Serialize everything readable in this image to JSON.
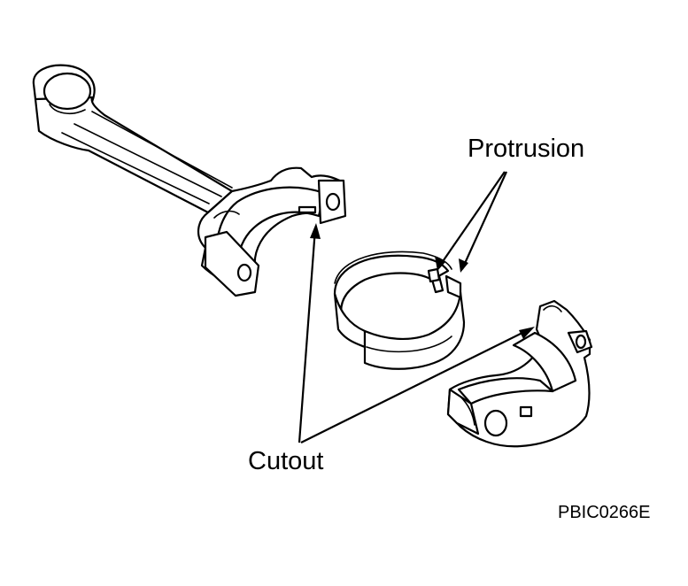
{
  "labels": {
    "protrusion": "Protrusion",
    "cutout": "Cutout",
    "figure_code": "PBIC0266E"
  },
  "parts": [
    "connecting-rod",
    "bearing-shell",
    "bearing-cap"
  ]
}
